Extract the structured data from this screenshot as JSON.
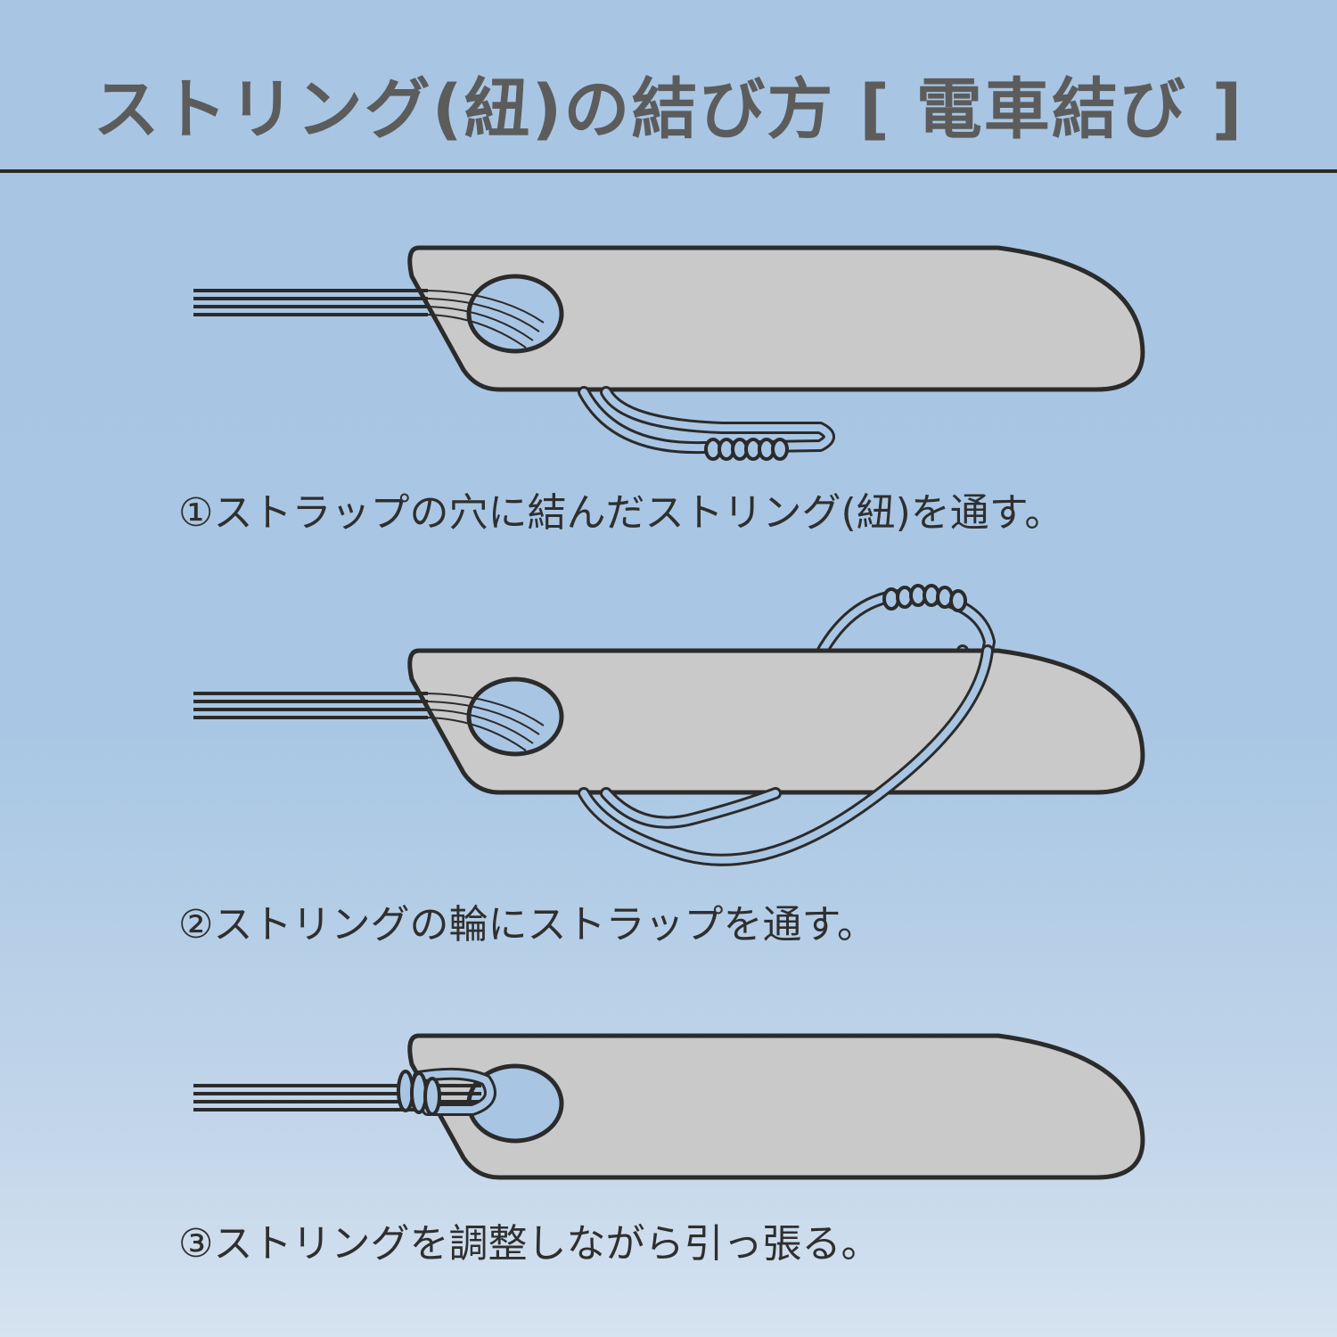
{
  "title": "ストリング(紐)の結び方 [ 電車結び ]",
  "steps": [
    {
      "caption": "①ストラップの穴に結んだストリング(紐)を通す。"
    },
    {
      "caption": "②ストリングの輪にストラップを通す。"
    },
    {
      "caption": "③ストリングを調整しながら引っ張る。"
    }
  ],
  "colors": {
    "background": "#a8c6e4",
    "tag_fill": "#c9c9c9",
    "outline": "#2b2b2b",
    "title_text": "#5c5c5c"
  }
}
